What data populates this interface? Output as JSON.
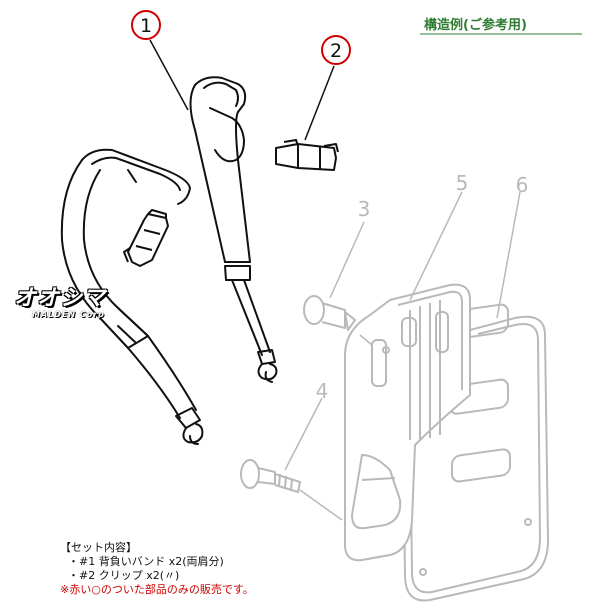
{
  "header": {
    "example_label": "構造例(ご参考用)"
  },
  "parts": {
    "p1": "1",
    "p2": "2",
    "p3": "3",
    "p4": "4",
    "p5": "5",
    "p6": "6"
  },
  "set_contents": {
    "title": "【セット内容】",
    "line1": "・#1 背負いバンド x2(両肩分)",
    "line2": "・#2 クリップ x2(〃)",
    "note": "※赤い○のついた部品のみの販売です。"
  },
  "watermark": {
    "main": "オオシマ",
    "sub": "MALDEN Corp"
  },
  "colors": {
    "highlight_circle": "#d00000",
    "label_green": "#2e7d32",
    "gray_parts": "#b9b9b9",
    "line_black": "#111111"
  }
}
